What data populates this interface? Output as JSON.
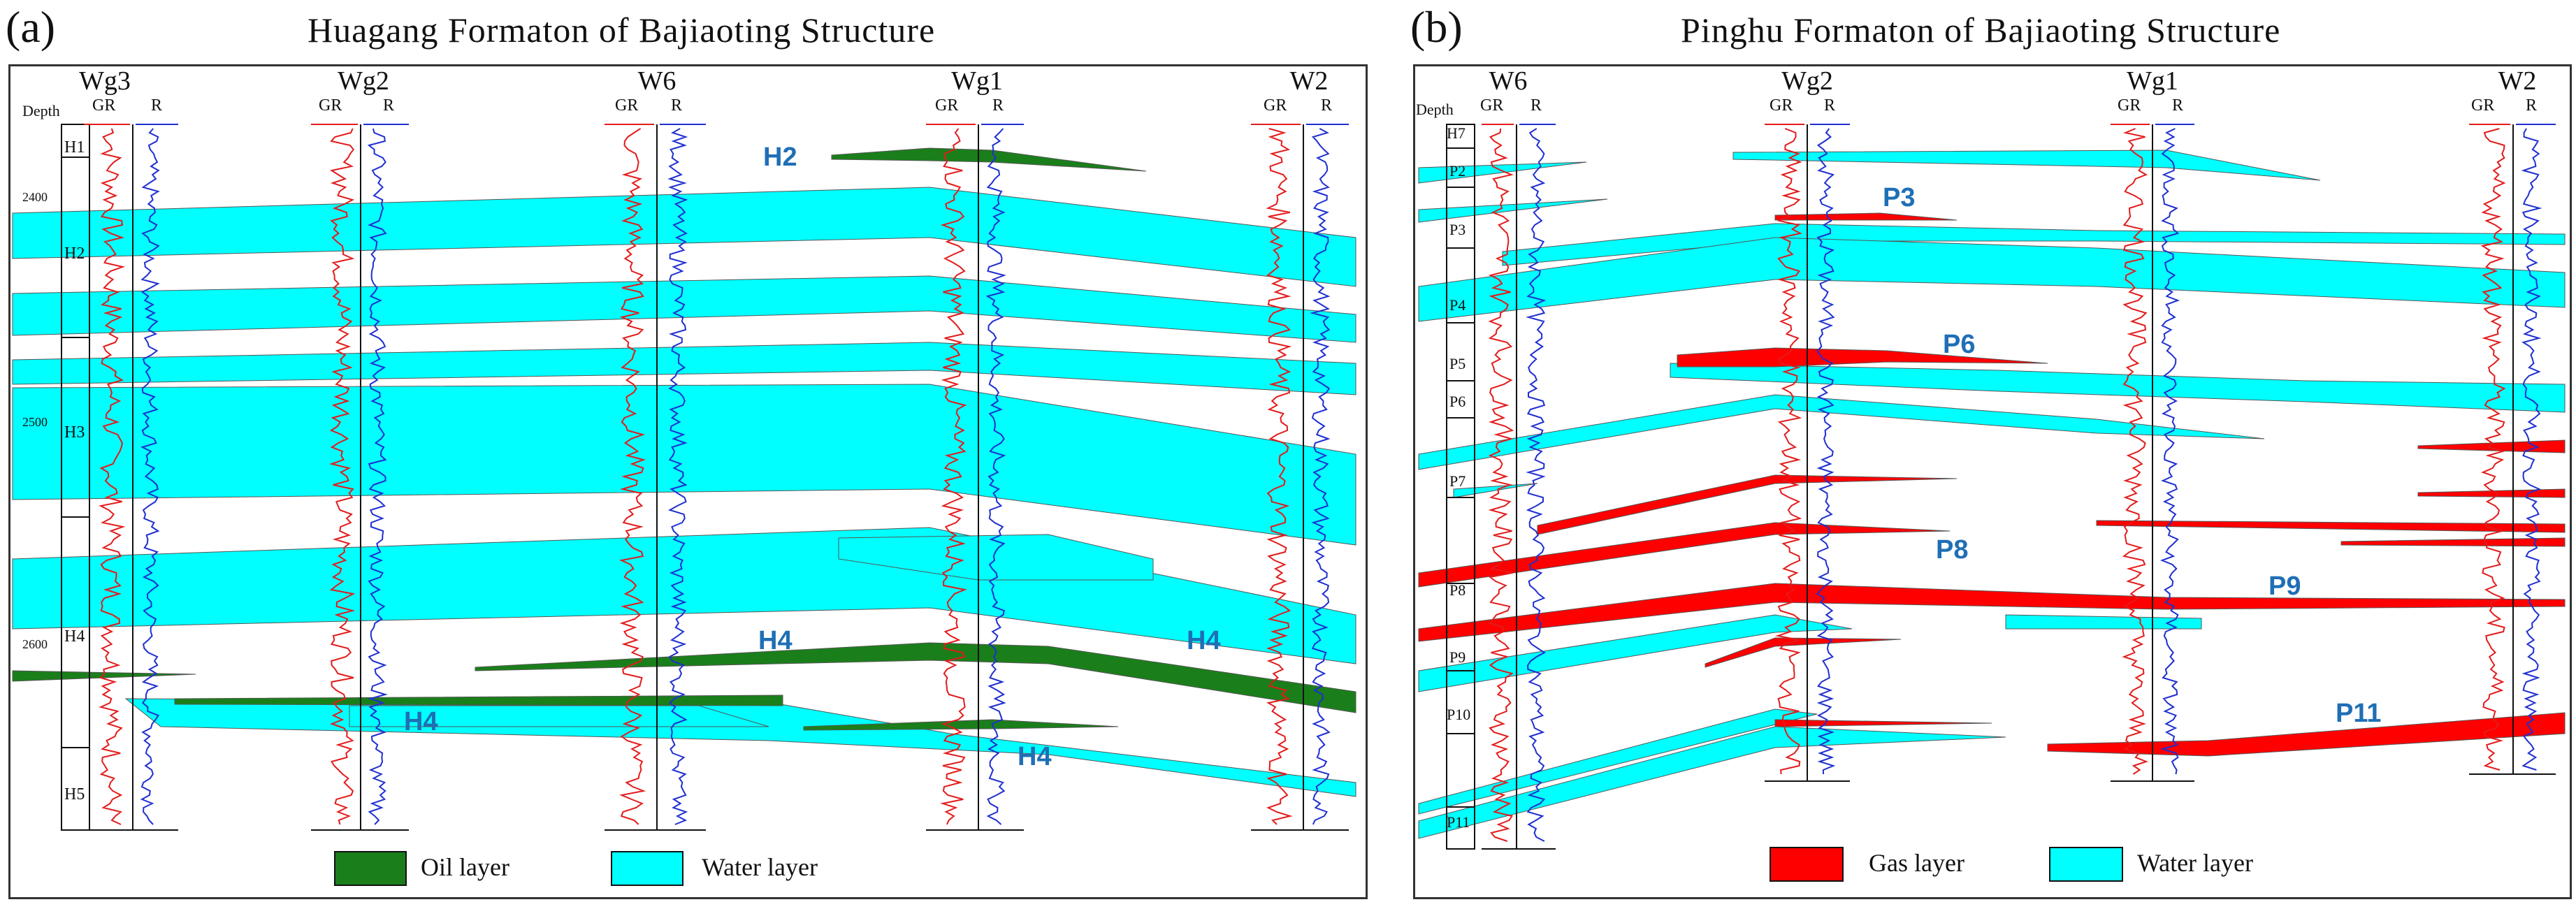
{
  "colors": {
    "oil": "#1a7f1a",
    "water": "#00ffff",
    "gas": "#ff0000",
    "gr_curve": "#e31b1b",
    "r_curve": "#1f2fd0",
    "label": "#1f6fb5"
  },
  "panel_a": {
    "label": "(a)",
    "title": "Huagang Formaton of Bajiaoting Structure",
    "depth_header": "Depth",
    "depth_ticks": [
      "2400",
      "2500",
      "2600"
    ],
    "zones": [
      "H1",
      "H2",
      "H3",
      "H4",
      "H5"
    ],
    "wells": [
      {
        "name": "Wg3",
        "gr": "GR",
        "r": "R"
      },
      {
        "name": "Wg2",
        "gr": "GR",
        "r": "R"
      },
      {
        "name": "W6",
        "gr": "GR",
        "r": "R"
      },
      {
        "name": "Wg1",
        "gr": "GR",
        "r": "R"
      },
      {
        "name": "W2",
        "gr": "GR",
        "r": "R"
      }
    ],
    "layer_labels": {
      "h2": "H2",
      "h4_a": "H4",
      "h4_b": "H4",
      "h4_c": "H4",
      "h4_d": "H4"
    },
    "legend": {
      "oil": "Oil layer",
      "water": "Water layer"
    }
  },
  "panel_b": {
    "label": "(b)",
    "title": "Pinghu Formaton of Bajiaoting Structure",
    "depth_header": "Depth",
    "zones": [
      "H7",
      "P2",
      "P3",
      "P4",
      "P5",
      "P6",
      "P7",
      "P8",
      "P9",
      "P10",
      "P11"
    ],
    "wells": [
      {
        "name": "W6",
        "gr": "GR",
        "r": "R"
      },
      {
        "name": "Wg2",
        "gr": "GR",
        "r": "R"
      },
      {
        "name": "Wg1",
        "gr": "GR",
        "r": "R"
      },
      {
        "name": "W2",
        "gr": "GR",
        "r": "R"
      }
    ],
    "layer_labels": {
      "p3": "P3",
      "p6": "P6",
      "p8": "P8",
      "p9": "P9",
      "p11": "P11"
    },
    "legend": {
      "gas": "Gas layer",
      "water": "Water layer"
    }
  }
}
